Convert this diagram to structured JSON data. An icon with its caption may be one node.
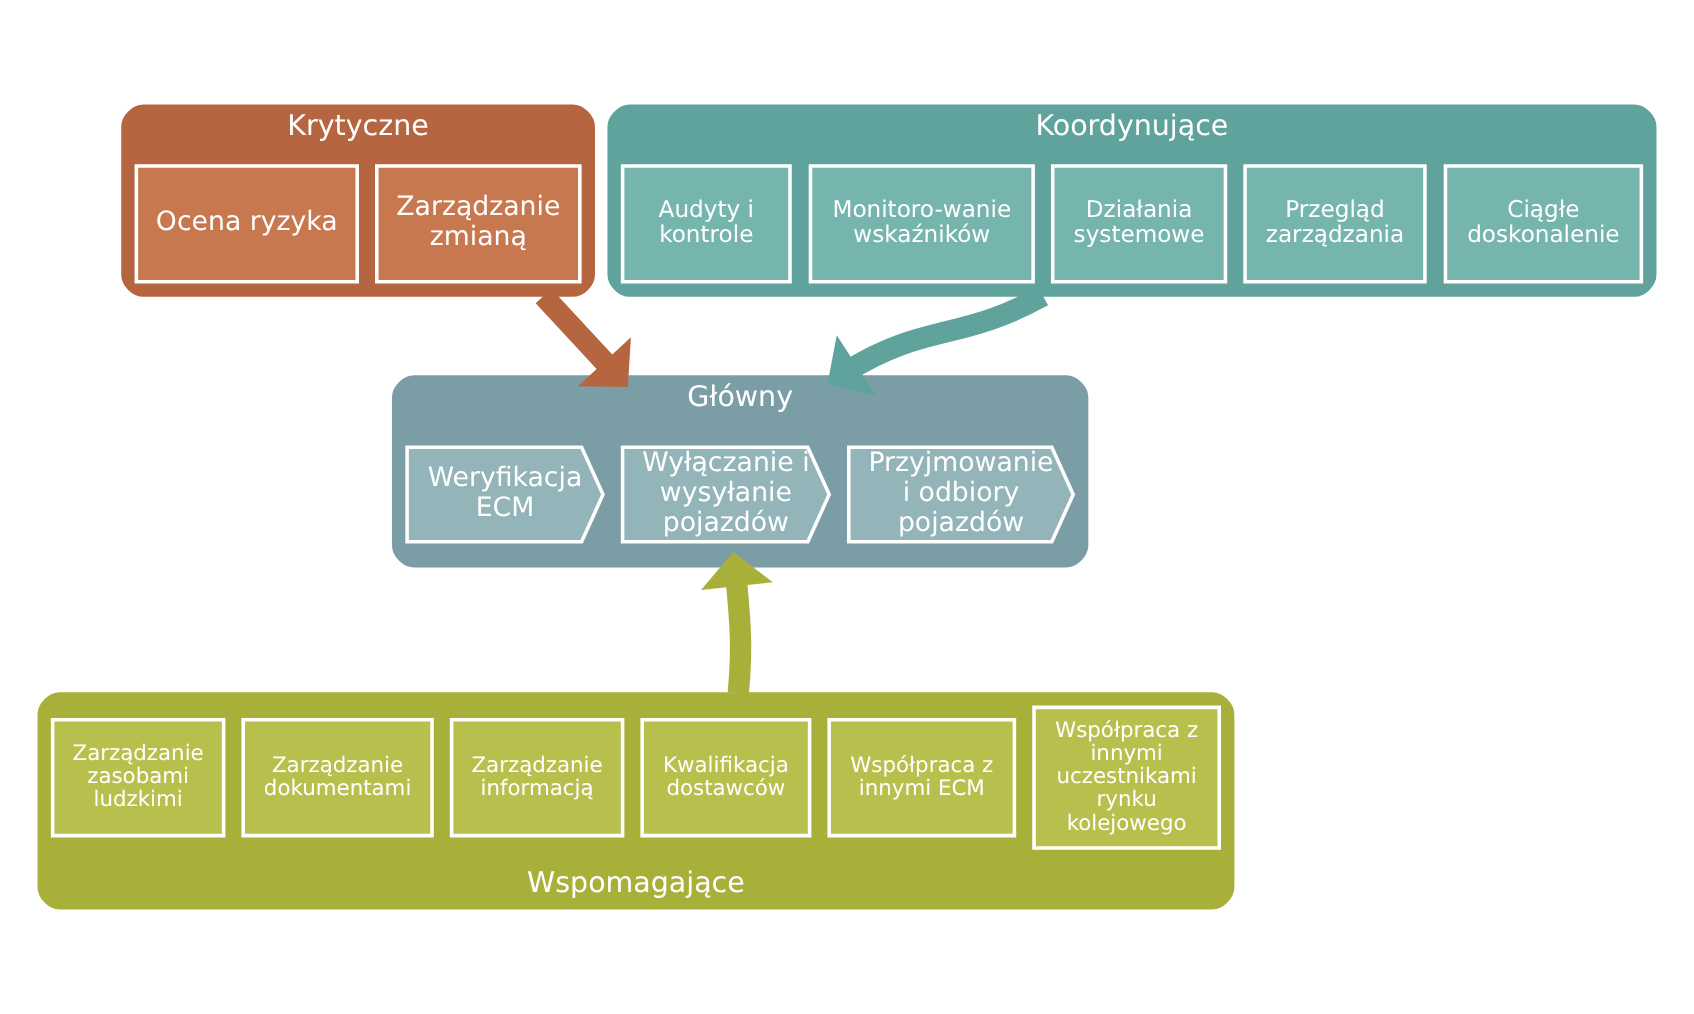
{
  "diagram": {
    "nodes": [
      {
        "text": [
          "Krytyczne"
        ]
      },
      {
        "text": [
          "Ocena ryzyka"
        ],
        "in": 0
      },
      {
        "text": [
          "Zarządzanie zmianą"
        ],
        "in": 0
      },
      {
        "text": [
          "Koordynujące"
        ]
      },
      {
        "text": [
          "Audyty i kontrole"
        ],
        "in": 3
      },
      {
        "text": [
          "Monitoro-wanie wskaźników"
        ],
        "in": 3
      },
      {
        "text": [
          "Działania systemowe"
        ],
        "in": 3
      },
      {
        "text": [
          "Przegląd zarządzania"
        ],
        "in": 3
      },
      {
        "text": [
          "Ciągłe doskonalenie"
        ],
        "in": 3
      },
      {
        "text": [
          "Główny"
        ]
      },
      {
        "text": [
          "Weryfikacja ECM"
        ],
        "in": 9
      },
      {
        "text": [
          "Wyłączanie i wysyłanie pojazdów"
        ],
        "in": 9
      },
      {
        "text": [
          "Przyjmowanie i odbiory pojazdów"
        ],
        "in": 9
      },
      {
        "text": [
          "Wspomagające"
        ]
      },
      {
        "text": [
          "Zarządzanie zasobami ludzkimi"
        ],
        "in": 13
      },
      {
        "text": [
          "Zarządzanie dokumentami"
        ],
        "in": 13
      },
      {
        "text": [
          "Zarządzanie informacją"
        ],
        "in": 13
      },
      {
        "text": [
          "Kwalifikacja dostawców"
        ],
        "in": 13
      },
      {
        "text": [
          "Współpraca z innymi ECM"
        ],
        "in": 13
      },
      {
        "text": [
          "Współpraca z innymi uczestnikami rynku kolejowego"
        ],
        "in": 13
      }
    ],
    "edges": [
      {
        "from": 0,
        "to": 9,
        "arrow": "to",
        "color": "#b5653f"
      },
      {
        "from": 3,
        "to": 9,
        "arrow": "to",
        "color": "#5fa39c"
      },
      {
        "from": 13,
        "to": 9,
        "arrow": "to",
        "color": "#a8b03a"
      }
    ]
  }
}
